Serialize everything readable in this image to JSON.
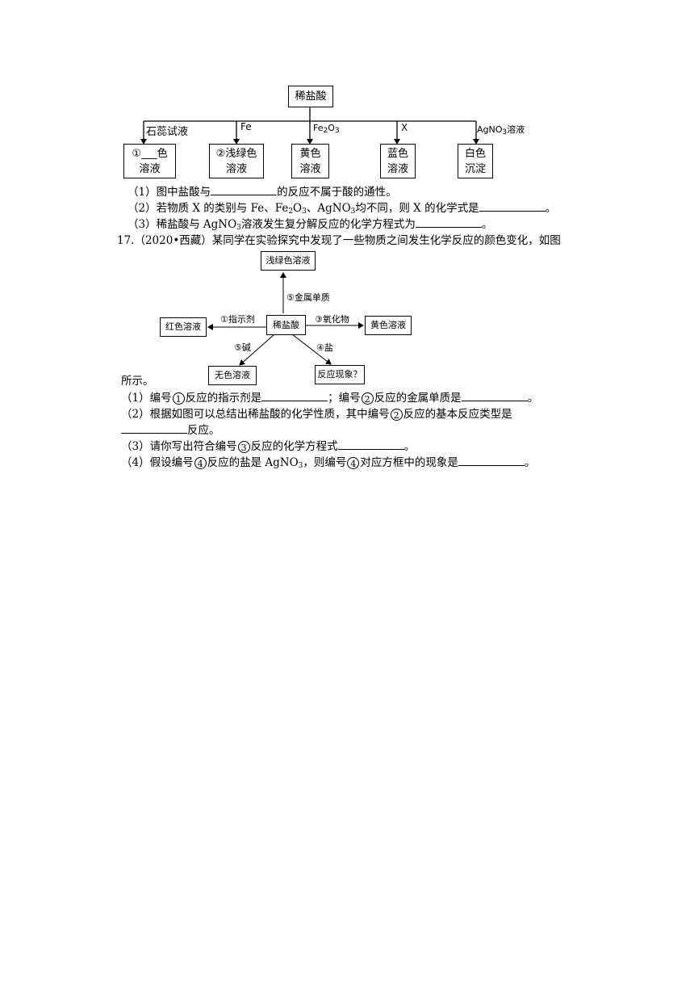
{
  "fig1": {
    "top": "稀盐酸",
    "branches": [
      {
        "label": "石蕊试液",
        "box1": "①___色",
        "box2": "溶液"
      },
      {
        "label": "Fe",
        "box1": "②浅绿色",
        "box2": "溶液"
      },
      {
        "label_main": "Fe",
        "label_sub1": "2",
        "label_mid": "O",
        "label_sub2": "3",
        "box1": "黄色",
        "box2": "溶液"
      },
      {
        "label": "X",
        "box1": "蓝色",
        "box2": "溶液"
      },
      {
        "label_main": "AgNO",
        "label_sub": "3",
        "label_tail": "溶液",
        "box1": "白色",
        "box2": "沉淀"
      }
    ]
  },
  "q16": {
    "l1a": "（1）图中盐酸与",
    "l1b": "的反应不属于酸的通性。",
    "l2a": "（2）若物质 X 的类别与 Fe、Fe",
    "l2s1": "2",
    "l2b": "O",
    "l2s2": "3",
    "l2c": "、AgNO",
    "l2s3": "3",
    "l2d": "均不同，则 X 的化学式是",
    "l2e": "。",
    "l3a": "（3）稀盐酸与 AgNO",
    "l3s": "3",
    "l3b": "溶液发生复分解反应的化学方程式为",
    "l3c": "。"
  },
  "q17": {
    "intro": "17.（2020•西藏）某同学在实验探究中发现了一些物质之间发生化学反应的颜色变化，如图",
    "after": "所示。",
    "l1a": "（1）编号",
    "l1n1": "1",
    "l1b": "反应的指示剂是",
    "l1c": "；编号",
    "l1n2": "2",
    "l1d": "反应的金属单质是",
    "l1e": "。",
    "l2a": "（2）根据如图可以总结出稀盐酸的化学性质，其中编号",
    "l2n": "2",
    "l2b": "反应的基本反应类型是",
    "l3a": "反应。",
    "l4a": "（3）请你写出符合编号",
    "l4n": "3",
    "l4b": "反应的化学方程式",
    "l4c": "。",
    "l5a": "（4）假设编号",
    "l5n1": "4",
    "l5b": "反应的盐是 AgNO",
    "l5s": "3",
    "l5c": "，则编号",
    "l5n2": "4",
    "l5d": "对应方框中的现象是",
    "l5e": "。"
  },
  "fig2": {
    "center": "稀盐酸",
    "top": "浅绿色溶液",
    "left": "红色溶液",
    "right": "黄色溶液",
    "bottom_left": "无色溶液",
    "bottom_right": "反应现象？",
    "lbl_top": "⑤金属单质",
    "lbl_left": "①指示剂",
    "lbl_right": "③氧化物",
    "lbl_bl": "⑤碱",
    "lbl_br": "④盐"
  }
}
